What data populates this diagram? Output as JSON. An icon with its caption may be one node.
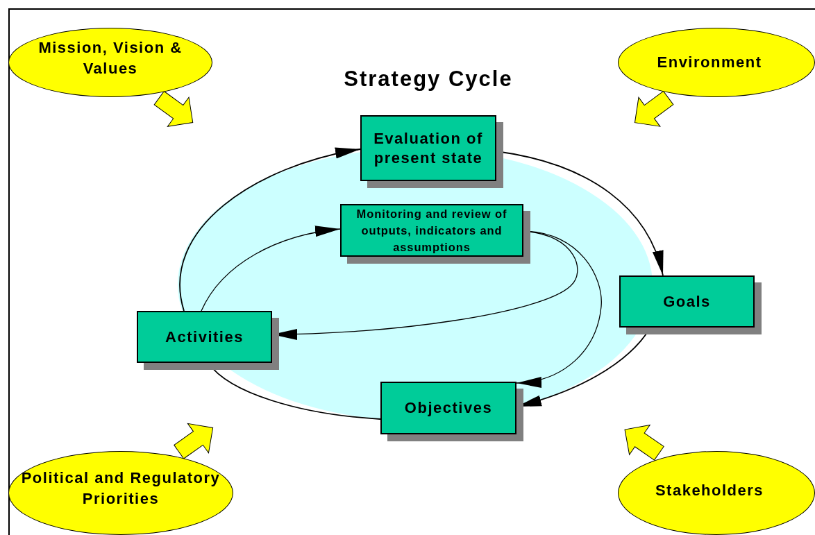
{
  "diagram": {
    "title": "Strategy Cycle",
    "nodes": [
      {
        "text": [
          "Mission, Vision & Values"
        ]
      },
      {
        "text": [
          "Environment"
        ]
      },
      {
        "text": [
          "Evaluation of present state"
        ]
      },
      {
        "text": [
          "Monitoring and review of outputs, indicators and assumptions"
        ]
      },
      {
        "text": [
          "Goals"
        ]
      },
      {
        "text": [
          "Activities"
        ]
      },
      {
        "text": [
          "Objectives"
        ]
      },
      {
        "text": [
          "Political and Regulatory Priorities"
        ]
      },
      {
        "text": [
          "Stakeholders"
        ]
      }
    ],
    "edges": [
      {
        "from": 5,
        "to": 2,
        "arrow": "to"
      },
      {
        "from": 2,
        "to": 4,
        "arrow": "to"
      },
      {
        "from": 4,
        "to": 6,
        "arrow": "to"
      },
      {
        "from": 6,
        "to": 5,
        "arrow": "none"
      },
      {
        "from": 5,
        "to": 3,
        "arrow": "to"
      },
      {
        "from": 3,
        "to": 5,
        "arrow": "to"
      },
      {
        "from": 3,
        "to": 6,
        "arrow": "to"
      },
      {
        "from": 0,
        "to": null,
        "arrow": "to"
      },
      {
        "from": 1,
        "to": null,
        "arrow": "to"
      },
      {
        "from": 7,
        "to": null,
        "arrow": "to"
      },
      {
        "from": 8,
        "to": null,
        "arrow": "to"
      }
    ]
  }
}
